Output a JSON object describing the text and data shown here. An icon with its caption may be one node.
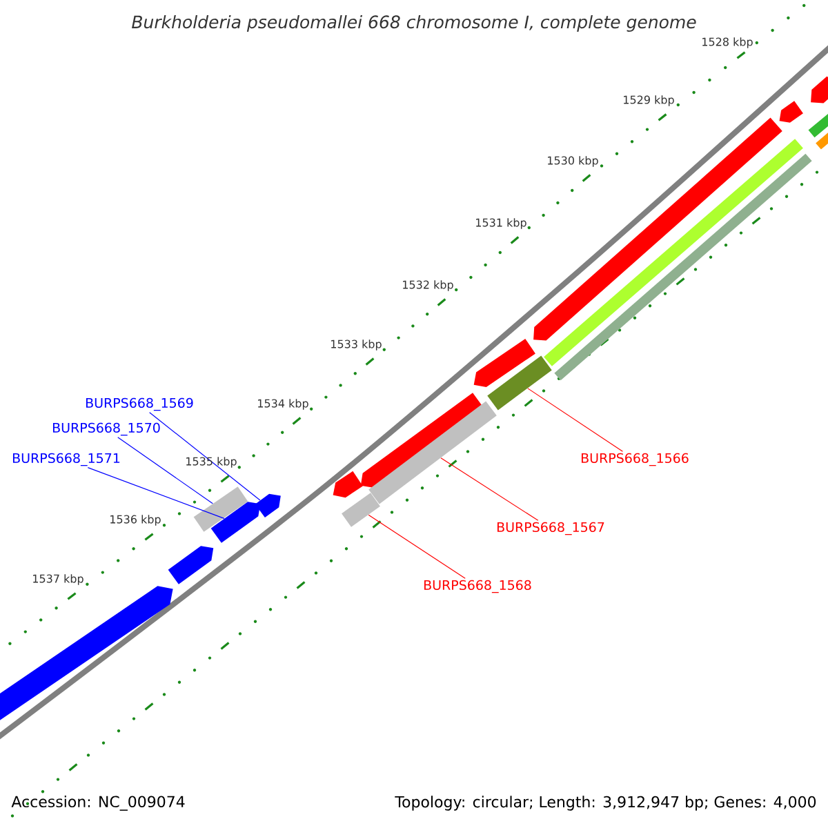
{
  "diagram": {
    "title": "Burkholderia pseudomallei 668 chromosome I, complete genome",
    "nodes": [
      {
        "text": [
          "BURPS668_1569"
        ]
      },
      {
        "text": [
          "BURPS668_1570"
        ]
      },
      {
        "text": [
          "BURPS668_1571"
        ]
      },
      {
        "text": [
          "BURPS668_1566"
        ]
      },
      {
        "text": [
          "BURPS668_1567"
        ]
      },
      {
        "text": [
          "BURPS668_1568"
        ]
      },
      {
        "text": [],
        "shape": "arrow"
      },
      {
        "text": [],
        "shape": "arrow"
      },
      {
        "text": [],
        "shape": "bar"
      },
      {
        "text": [],
        "shape": "arrow"
      },
      {
        "text": [],
        "shape": "arrow"
      },
      {
        "text": [],
        "shape": "arrow"
      },
      {
        "text": [],
        "shape": "bar"
      },
      {
        "text": [],
        "shape": "arrow"
      },
      {
        "text": [],
        "shape": "bar"
      },
      {
        "text": [],
        "shape": "arrow"
      },
      {
        "text": [],
        "shape": "bar"
      },
      {
        "text": [],
        "shape": "arrow"
      },
      {
        "text": [],
        "shape": "bar"
      },
      {
        "text": [],
        "shape": "bar"
      },
      {
        "text": [],
        "shape": "arrow"
      },
      {
        "text": [],
        "shape": "bar"
      },
      {
        "text": [],
        "shape": "arrow"
      },
      {
        "text": [],
        "shape": "bar"
      }
    ],
    "edges": [
      {
        "from": 0,
        "to": 10,
        "arrow": "none",
        "color": "#0000ff"
      },
      {
        "from": 1,
        "to": 8,
        "arrow": "none",
        "color": "#0000ff"
      },
      {
        "from": 2,
        "to": 9,
        "arrow": "none",
        "color": "#0000ff"
      },
      {
        "from": 3,
        "to": 16,
        "arrow": "none",
        "color": "#ff0000"
      },
      {
        "from": 4,
        "to": 14,
        "arrow": "none",
        "color": "#ff0000"
      },
      {
        "from": 5,
        "to": 12,
        "arrow": "none",
        "color": "#ff0000"
      }
    ],
    "labels": [
      "1528 kbp",
      "1529 kbp",
      "1530 kbp",
      "1531 kbp",
      "1532 kbp",
      "1533 kbp",
      "1534 kbp",
      "1535 kbp",
      "1536 kbp",
      "1537 kbp",
      "Accession: NC_009074",
      "Topology: circular; Length: 3,912,947 bp; Genes: 4,000"
    ]
  }
}
